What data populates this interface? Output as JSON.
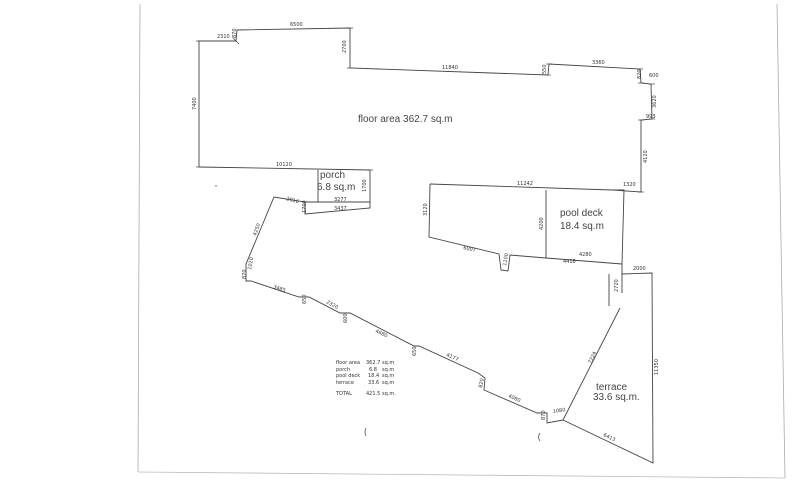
{
  "areas": {
    "floor": {
      "name": "floor area",
      "value": "362.7 sq.m"
    },
    "porch": {
      "name": "porch",
      "value": "6.8 sq.m"
    },
    "pool": {
      "name": "pool deck",
      "value": "18.4 sq.m"
    },
    "terrace": {
      "name": "terrace",
      "value": "33.6 sq.m."
    }
  },
  "dimensions": {
    "d2310": "2310",
    "d870": "870",
    "d6500": "6500",
    "d2700": "2700",
    "d11840": "11840",
    "d550": "550",
    "d3360": "3360",
    "d600": "600",
    "d3620": "3620",
    "d993": "993",
    "d4120": "4120",
    "d1320": "1320",
    "d7400": "7400",
    "d10120": "10120",
    "d1700": "1700",
    "d3277": "3277",
    "d3437": "3437",
    "d11242": "11242",
    "d3120": "3120",
    "d4200": "4200",
    "d6007": "6007",
    "d1100": "1100",
    "d4280": "4280",
    "d4418": "4418",
    "d2000": "2000",
    "d2720": "2720",
    "d1700b": "1700",
    "d2016": "2016",
    "d4250": "4250",
    "d1020": "1020",
    "d870b": "870",
    "d3485": "3485",
    "d650": "650",
    "d2320": "2320",
    "d4680": "4680",
    "d600b": "600",
    "d4177": "4177",
    "d650b": "650",
    "d4080": "4080",
    "d1080": "1080",
    "d7224": "7224",
    "d11350": "11350",
    "d6413": "6413",
    "d820": "820"
  },
  "summary": {
    "rows": [
      {
        "name": "floor area",
        "value": "362.7",
        "unit": "sq.m"
      },
      {
        "name": "porch",
        "value": "6.8",
        "unit": "sq.m"
      },
      {
        "name": "pool deck",
        "value": "18.4",
        "unit": "sq.m"
      },
      {
        "name": "terrace",
        "value": "33.6",
        "unit": "sq.m"
      }
    ],
    "total_label": "TOTAL",
    "total_value": "421.5",
    "total_unit": "sq.m."
  }
}
